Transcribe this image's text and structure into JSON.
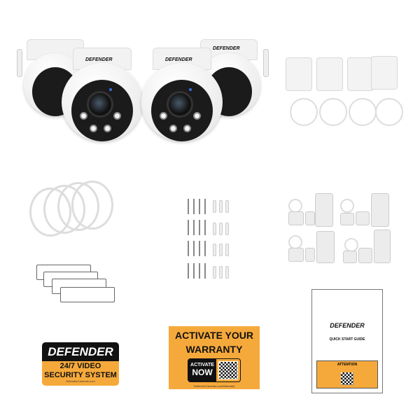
{
  "brand": "DEFENDER",
  "cameras": {
    "count": 4,
    "logo": "DEFENDER"
  },
  "sticker": {
    "brand": "DEFENDER",
    "line1": "24/7 VIDEO",
    "line2": "SECURITY SYSTEM",
    "url": "DefenderCameras.com"
  },
  "warranty": {
    "title_line1": "ACTIVATE YOUR",
    "title_line2": "WARRANTY",
    "activate": "ACTIVATE",
    "now": "NOW",
    "url": "DefenderCameras.com/Warranty"
  },
  "guide": {
    "brand": "DEFENDER",
    "title": "QUICK START GUIDE",
    "attention": "ATTENTION"
  },
  "colors": {
    "accent": "#f6a93b",
    "dark": "#111111"
  }
}
